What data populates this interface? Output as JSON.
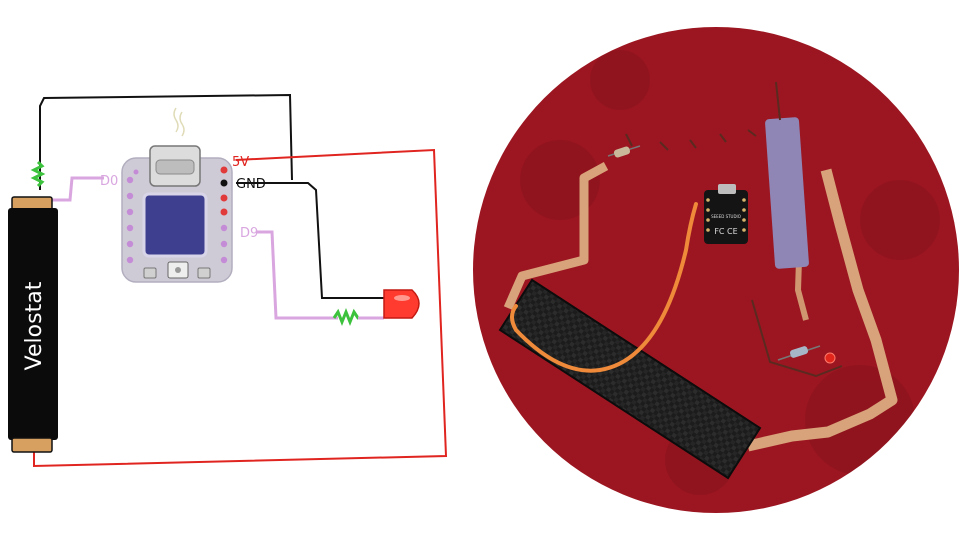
{
  "schematic": {
    "labels": {
      "five_volt": "5V",
      "ground": "GND",
      "pin_d0": "D0",
      "pin_d9": "D9",
      "sensor": "Velostat"
    },
    "colors": {
      "power_wire": "#e0241f",
      "ground_wire": "#111111",
      "signal_wire": "#d9a6e0",
      "resistor": "#3cc23c",
      "led": "#ff3b2f",
      "board": "#cfcbd6",
      "screen": "#3f3f8f",
      "velostat": "#0b0b0b",
      "terminal": "#d8a060"
    }
  },
  "photo": {
    "background_color": "#9c1621",
    "board_silkscreen": "SEEED STUDIO",
    "board_marks": "FC CE",
    "colors": {
      "copper_tape": "#d8a27a",
      "carbon_strip": "#1b1b1b",
      "felt_strip": "#8f86b6",
      "orange_wire": "#ee8a3a"
    }
  }
}
